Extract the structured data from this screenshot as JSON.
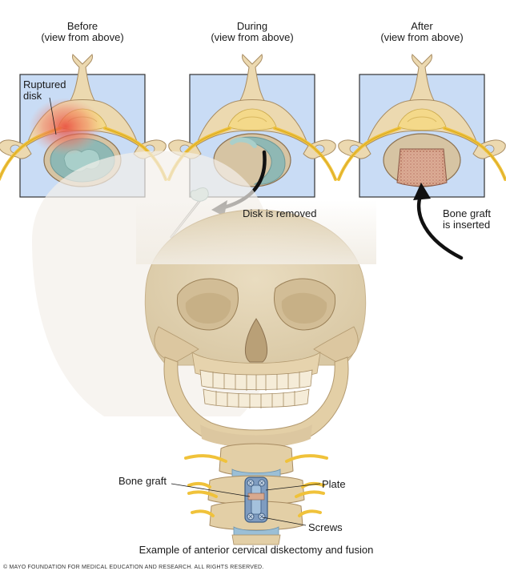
{
  "panels": [
    {
      "title": "Before",
      "subtitle": "(view from above)"
    },
    {
      "title": "During",
      "subtitle": "(view from above)"
    },
    {
      "title": "After",
      "subtitle": "(view from above)"
    }
  ],
  "callouts": {
    "ruptured_disk": [
      "Ruptured",
      "disk"
    ],
    "disk_removed": "Disk is removed",
    "bone_graft_inserted": [
      "Bone graft",
      "is inserted"
    ],
    "bone_graft": "Bone graft",
    "plate": "Plate",
    "screws": "Screws"
  },
  "caption": "Example of anterior cervical diskectomy and fusion",
  "copyright": "© MAYO FOUNDATION FOR MEDICAL EDUCATION AND RESEARCH. ALL RIGHTS RESERVED.",
  "colors": {
    "panel_bg": "#c9dcf5",
    "bone": "#ecd9b0",
    "bone_shadow": "#b9a078",
    "nerve": "#f0c23a",
    "disk": "#8fb8b4",
    "inflammation": "#e8564a",
    "graft": "#d9b48f"
  }
}
